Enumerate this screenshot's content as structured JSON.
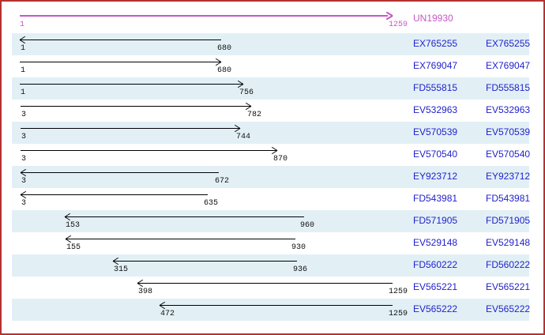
{
  "window": {
    "border_color": "#B53131",
    "background": "#FFFFFF"
  },
  "colors": {
    "band_fill": "#E2F0F6",
    "band_alt_fill": "#FFFFFF",
    "consensus_color": "#C558C5",
    "read_arrow_color": "#000000",
    "accession_text_color": "#2222CC",
    "coordinate_text_color": "#111111"
  },
  "chart_data": {
    "type": "bar",
    "subtype": "horizontal-interval-sequence-alignment",
    "title": "UN19930",
    "xlabel": "",
    "ylabel": "",
    "xlim": [
      1,
      1259
    ],
    "grid": false,
    "legend": "none",
    "consensus": {
      "id": "UN19930",
      "start": 1,
      "end": 1259,
      "strand": "+"
    },
    "reads": [
      {
        "accession": "EX765255",
        "start": 1,
        "end": 680,
        "strand": "-"
      },
      {
        "accession": "EX769047",
        "start": 1,
        "end": 680,
        "strand": "+"
      },
      {
        "accession": "FD555815",
        "start": 1,
        "end": 756,
        "strand": "+"
      },
      {
        "accession": "EV532963",
        "start": 3,
        "end": 782,
        "strand": "+"
      },
      {
        "accession": "EV570539",
        "start": 3,
        "end": 744,
        "strand": "+"
      },
      {
        "accession": "EV570540",
        "start": 3,
        "end": 870,
        "strand": "+"
      },
      {
        "accession": "EY923712",
        "start": 3,
        "end": 672,
        "strand": "-"
      },
      {
        "accession": "FD543981",
        "start": 3,
        "end": 635,
        "strand": "-"
      },
      {
        "accession": "FD571905",
        "start": 153,
        "end": 960,
        "strand": "-"
      },
      {
        "accession": "EV529148",
        "start": 155,
        "end": 930,
        "strand": "-"
      },
      {
        "accession": "FD560222",
        "start": 315,
        "end": 936,
        "strand": "-"
      },
      {
        "accession": "EV565221",
        "start": 398,
        "end": 1259,
        "strand": "-"
      },
      {
        "accession": "EV565222",
        "start": 472,
        "end": 1259,
        "strand": "-"
      }
    ]
  }
}
